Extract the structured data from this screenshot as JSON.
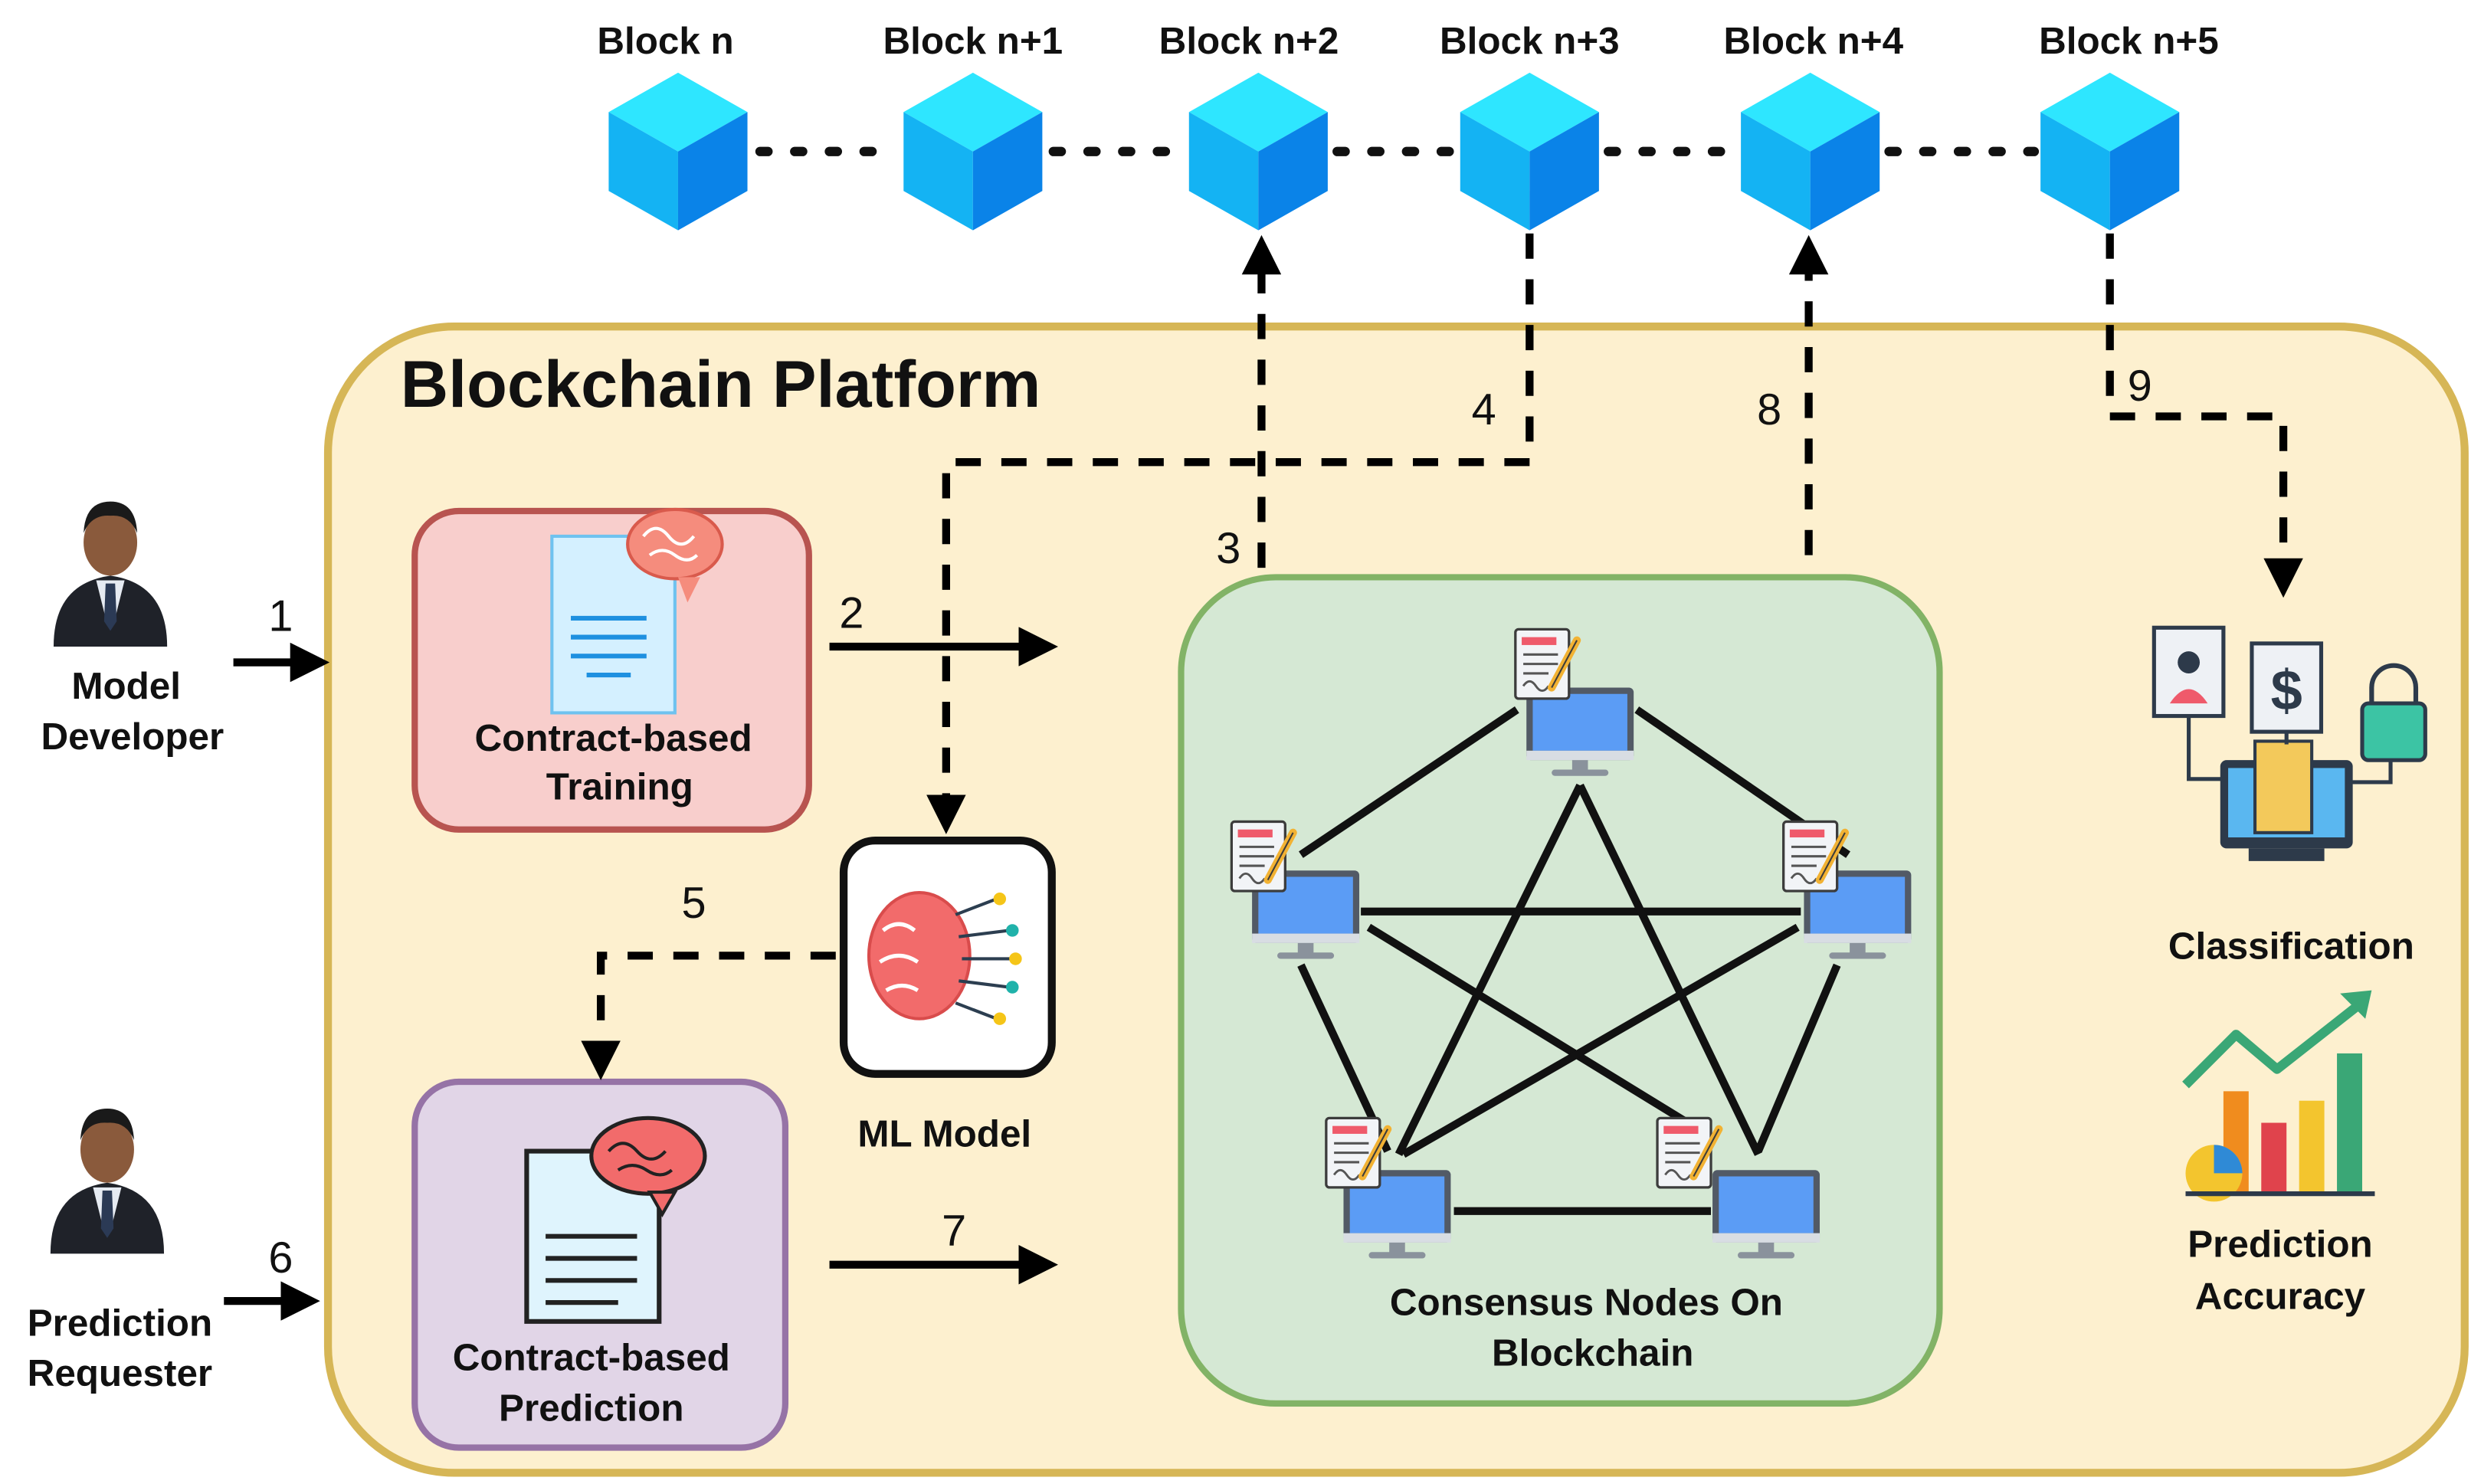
{
  "blocks": [
    "Block n",
    "Block n+1",
    "Block n+2",
    "Block n+3",
    "Block n+4",
    "Block n+5"
  ],
  "platform_title": "Blockchain Platform",
  "actors": {
    "model_developer": [
      "Model",
      "Developer"
    ],
    "prediction_requester": [
      "Prediction",
      "Requester"
    ]
  },
  "boxes": {
    "training": [
      "Contract-based",
      "Training"
    ],
    "prediction": [
      "Contract-based",
      "Prediction"
    ],
    "ml_model": "ML Model",
    "consensus": [
      "Consensus Nodes On",
      "Blockchain"
    ]
  },
  "outputs": {
    "classification": "Classification",
    "accuracy": [
      "Prediction",
      "Accuracy"
    ]
  },
  "steps": [
    "1",
    "2",
    "3",
    "4",
    "5",
    "6",
    "7",
    "8",
    "9"
  ],
  "colors": {
    "platform_fill": "#fdf0cf",
    "platform_stroke": "#d6b656",
    "training_fill": "#f8cecc",
    "training_stroke": "#b85450",
    "prediction_fill": "#e1d5e7",
    "prediction_stroke": "#9673a6",
    "consensus_fill": "#d5e8d4",
    "consensus_stroke": "#82b366",
    "block_cube": "#1ba9f5"
  }
}
